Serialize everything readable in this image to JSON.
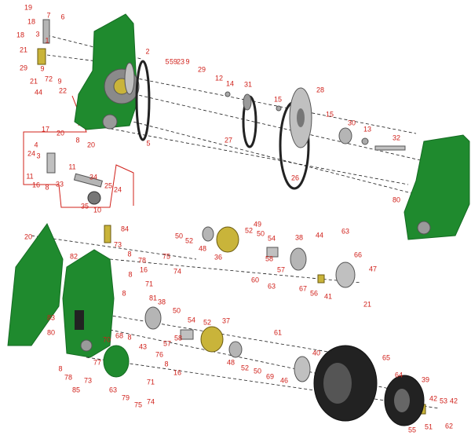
{
  "colors": {
    "housing_green": "#1f8a2e",
    "housing_dark": "#146b22",
    "label_red": "#d0201a",
    "leader_black": "#1a1a1a",
    "brass": "#c9b43a",
    "gray_part": "#9a9a9a",
    "tire_black": "#222222"
  },
  "callouts": [
    {
      "id": "c19",
      "text": "19"
    },
    {
      "id": "c7a",
      "text": "7"
    },
    {
      "id": "c18a",
      "text": "18"
    },
    {
      "id": "c6",
      "text": "6"
    },
    {
      "id": "c18b",
      "text": "18"
    },
    {
      "id": "c3a",
      "text": "3"
    },
    {
      "id": "c1",
      "text": "1"
    },
    {
      "id": "c21a",
      "text": "21"
    },
    {
      "id": "c29a",
      "text": "29"
    },
    {
      "id": "c9a",
      "text": "9"
    },
    {
      "id": "c21b",
      "text": "21"
    },
    {
      "id": "c72",
      "text": "72"
    },
    {
      "id": "c9b",
      "text": "9"
    },
    {
      "id": "c44a",
      "text": "44"
    },
    {
      "id": "c22",
      "text": "22"
    },
    {
      "id": "c2",
      "text": "2"
    },
    {
      "id": "c5a",
      "text": "5"
    },
    {
      "id": "c59",
      "text": "59"
    },
    {
      "id": "c23",
      "text": "23"
    },
    {
      "id": "c9c",
      "text": "9"
    },
    {
      "id": "c29b",
      "text": "29"
    },
    {
      "id": "c12",
      "text": "12"
    },
    {
      "id": "c14",
      "text": "14"
    },
    {
      "id": "c31",
      "text": "31"
    },
    {
      "id": "c28",
      "text": "28"
    },
    {
      "id": "c15a",
      "text": "15"
    },
    {
      "id": "c15b",
      "text": "15"
    },
    {
      "id": "c30",
      "text": "30"
    },
    {
      "id": "c13",
      "text": "13"
    },
    {
      "id": "c32",
      "text": "32"
    },
    {
      "id": "c5b",
      "text": "5"
    },
    {
      "id": "c27",
      "text": "27"
    },
    {
      "id": "c26",
      "text": "26"
    },
    {
      "id": "c80a",
      "text": "80"
    },
    {
      "id": "c17",
      "text": "17"
    },
    {
      "id": "c20a",
      "text": "20"
    },
    {
      "id": "c8a",
      "text": "8"
    },
    {
      "id": "c20b",
      "text": "20"
    },
    {
      "id": "c4",
      "text": "4"
    },
    {
      "id": "c24a",
      "text": "24"
    },
    {
      "id": "c3b",
      "text": "3"
    },
    {
      "id": "c11a",
      "text": "11"
    },
    {
      "id": "c11b",
      "text": "11"
    },
    {
      "id": "c16a",
      "text": "16"
    },
    {
      "id": "c8b",
      "text": "8"
    },
    {
      "id": "c33",
      "text": "33"
    },
    {
      "id": "c34",
      "text": "34"
    },
    {
      "id": "c25",
      "text": "25"
    },
    {
      "id": "c24b",
      "text": "24"
    },
    {
      "id": "c35",
      "text": "35"
    },
    {
      "id": "c10",
      "text": "10"
    },
    {
      "id": "c20c",
      "text": "20"
    },
    {
      "id": "c84",
      "text": "84"
    },
    {
      "id": "c73a",
      "text": "73"
    },
    {
      "id": "c82",
      "text": "82"
    },
    {
      "id": "c8c",
      "text": "8"
    },
    {
      "id": "c78a",
      "text": "78"
    },
    {
      "id": "c75a",
      "text": "75"
    },
    {
      "id": "c16b",
      "text": "16"
    },
    {
      "id": "c74a",
      "text": "74"
    },
    {
      "id": "c8d",
      "text": "8"
    },
    {
      "id": "c71a",
      "text": "71"
    },
    {
      "id": "c8e",
      "text": "8"
    },
    {
      "id": "c81",
      "text": "81"
    },
    {
      "id": "c38a",
      "text": "38"
    },
    {
      "id": "c83",
      "text": "83"
    },
    {
      "id": "c80b",
      "text": "80"
    },
    {
      "id": "c68",
      "text": "68"
    },
    {
      "id": "c8f",
      "text": "8"
    },
    {
      "id": "c43",
      "text": "43"
    },
    {
      "id": "c50a",
      "text": "50"
    },
    {
      "id": "c52a",
      "text": "52"
    },
    {
      "id": "c48a",
      "text": "48"
    },
    {
      "id": "c36",
      "text": "36"
    },
    {
      "id": "c52b",
      "text": "52"
    },
    {
      "id": "c49",
      "text": "49"
    },
    {
      "id": "c50b",
      "text": "50"
    },
    {
      "id": "c54a",
      "text": "54"
    },
    {
      "id": "c38b",
      "text": "38"
    },
    {
      "id": "c44b",
      "text": "44"
    },
    {
      "id": "c63a",
      "text": "63"
    },
    {
      "id": "c58a",
      "text": "58"
    },
    {
      "id": "c57a",
      "text": "57"
    },
    {
      "id": "c66",
      "text": "66"
    },
    {
      "id": "c47",
      "text": "47"
    },
    {
      "id": "c60",
      "text": "60"
    },
    {
      "id": "c63b",
      "text": "63"
    },
    {
      "id": "c67",
      "text": "67"
    },
    {
      "id": "c56",
      "text": "56"
    },
    {
      "id": "c41",
      "text": "41"
    },
    {
      "id": "c21c",
      "text": "21"
    },
    {
      "id": "c50c",
      "text": "50"
    },
    {
      "id": "c54b",
      "text": "54"
    },
    {
      "id": "c52c",
      "text": "52"
    },
    {
      "id": "c37",
      "text": "37"
    },
    {
      "id": "c57b",
      "text": "57"
    },
    {
      "id": "c58b",
      "text": "58"
    },
    {
      "id": "c61",
      "text": "61"
    },
    {
      "id": "c40",
      "text": "40"
    },
    {
      "id": "c65",
      "text": "65"
    },
    {
      "id": "c48b",
      "text": "48"
    },
    {
      "id": "c52d",
      "text": "52"
    },
    {
      "id": "c50d",
      "text": "50"
    },
    {
      "id": "c69",
      "text": "69"
    },
    {
      "id": "c46",
      "text": "46"
    },
    {
      "id": "c70",
      "text": "70"
    },
    {
      "id": "c76",
      "text": "76"
    },
    {
      "id": "c8g",
      "text": "8"
    },
    {
      "id": "c16c",
      "text": "16"
    },
    {
      "id": "c77",
      "text": "77"
    },
    {
      "id": "c8h",
      "text": "8"
    },
    {
      "id": "c78b",
      "text": "78"
    },
    {
      "id": "c73b",
      "text": "73"
    },
    {
      "id": "c63c",
      "text": "63"
    },
    {
      "id": "c71b",
      "text": "71"
    },
    {
      "id": "c85",
      "text": "85"
    },
    {
      "id": "c79",
      "text": "79"
    },
    {
      "id": "c75b",
      "text": "75"
    },
    {
      "id": "c74b",
      "text": "74"
    },
    {
      "id": "c64",
      "text": "64"
    },
    {
      "id": "c39",
      "text": "39"
    },
    {
      "id": "c42a",
      "text": "42"
    },
    {
      "id": "c53",
      "text": "53"
    },
    {
      "id": "c42b",
      "text": "42"
    },
    {
      "id": "c55",
      "text": "55"
    },
    {
      "id": "c51",
      "text": "51"
    },
    {
      "id": "c62",
      "text": "62"
    }
  ]
}
